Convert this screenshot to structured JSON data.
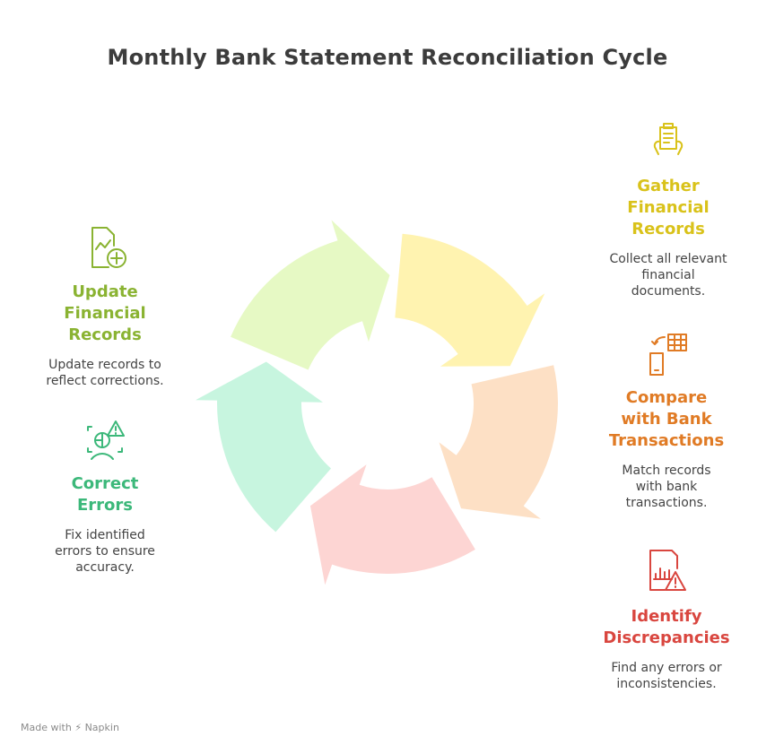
{
  "title": "Monthly Bank Statement Reconciliation Cycle",
  "steps": [
    {
      "title": "Gather\nFinancial\nRecords",
      "description": "Collect all relevant\nfinancial\ndocuments.",
      "color": "#d9c21a",
      "fill": "#fff3b0",
      "icon": "document-hands-icon"
    },
    {
      "title": "Compare\nwith Bank\nTransactions",
      "description": "Match records\nwith bank\ntransactions.",
      "color": "#e07b25",
      "fill": "#fde0c5",
      "icon": "phone-table-compare-icon"
    },
    {
      "title": "Identify\nDiscrepancies",
      "description": "Find any errors or\ninconsistencies.",
      "color": "#d9463f",
      "fill": "#fdd5d3",
      "icon": "report-warning-icon"
    },
    {
      "title": "Correct\nErrors",
      "description": "Fix identified\nerrors to ensure\naccuracy.",
      "color": "#3cb87a",
      "fill": "#c7f5df",
      "icon": "chart-warning-icon"
    },
    {
      "title": "Update\nFinancial\nRecords",
      "description": "Update records to\nreflect corrections.",
      "color": "#8ab332",
      "fill": "#e6f9c4",
      "icon": "document-add-icon"
    }
  ],
  "footer": {
    "made_with": "Made with",
    "brand": "Napkin"
  }
}
